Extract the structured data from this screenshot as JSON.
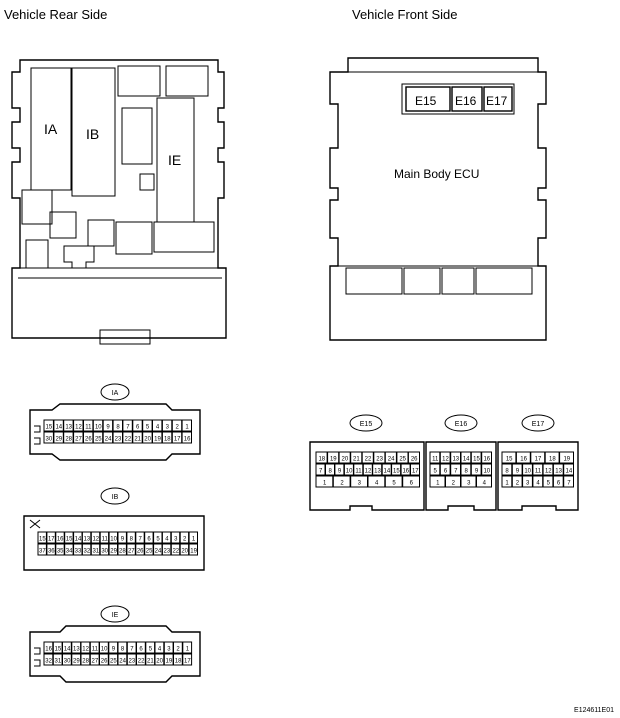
{
  "headers": {
    "rear": "Vehicle Rear Side",
    "front": "Vehicle Front Side"
  },
  "rear_block": {
    "ia": "IA",
    "ib": "IB",
    "ie": "IE"
  },
  "front_block": {
    "ecu_label": "Main Body ECU",
    "e15": "E15",
    "e16": "E16",
    "e17": "E17"
  },
  "connectors": {
    "ia": {
      "tag": "IA",
      "rows": [
        [
          "15",
          "14",
          "13",
          "12",
          "11",
          "10",
          "9",
          "8",
          "7",
          "6",
          "5",
          "4",
          "3",
          "2",
          "1"
        ],
        [
          "30",
          "29",
          "28",
          "27",
          "26",
          "25",
          "24",
          "23",
          "22",
          "21",
          "20",
          "19",
          "18",
          "17",
          "16"
        ]
      ]
    },
    "ib": {
      "tag": "IB",
      "rows": [
        [
          "15",
          "17",
          "16",
          "15",
          "14",
          "13",
          "12",
          "11",
          "10",
          "9",
          "8",
          "7",
          "6",
          "5",
          "4",
          "3",
          "2",
          "1"
        ],
        [
          "37",
          "36",
          "35",
          "34",
          "33",
          "32",
          "31",
          "30",
          "29",
          "28",
          "27",
          "26",
          "25",
          "24",
          "23",
          "22",
          "20",
          "19"
        ]
      ]
    },
    "ie": {
      "tag": "IE",
      "rows": [
        [
          "16",
          "15",
          "14",
          "13",
          "12",
          "11",
          "10",
          "9",
          "8",
          "7",
          "6",
          "5",
          "4",
          "3",
          "2",
          "1"
        ],
        [
          "32",
          "31",
          "30",
          "29",
          "28",
          "27",
          "26",
          "25",
          "24",
          "23",
          "22",
          "21",
          "20",
          "19",
          "18",
          "17"
        ]
      ]
    },
    "e15": {
      "tag": "E15",
      "rows": [
        [
          "18",
          "19",
          "20",
          "21",
          "22",
          "23",
          "24",
          "25",
          "26"
        ],
        [
          "7",
          "8",
          "9",
          "10",
          "11",
          "12",
          "13",
          "14",
          "15",
          "16",
          "17"
        ],
        [
          "1",
          "2",
          "3",
          "4",
          "5",
          "6"
        ]
      ]
    },
    "e16": {
      "tag": "E16",
      "rows": [
        [
          "11",
          "12",
          "13",
          "14",
          "15",
          "16"
        ],
        [
          "5",
          "6",
          "7",
          "8",
          "9",
          "10"
        ],
        [
          "1",
          "2",
          "3",
          "4"
        ]
      ]
    },
    "e17": {
      "tag": "E17",
      "rows": [
        [
          "15",
          "16",
          "17",
          "18",
          "19"
        ],
        [
          "8",
          "9",
          "10",
          "11",
          "12",
          "13",
          "14"
        ],
        [
          "1",
          "2",
          "3",
          "4",
          "5",
          "6",
          "7"
        ]
      ]
    }
  },
  "figure_code": "E124611E01"
}
